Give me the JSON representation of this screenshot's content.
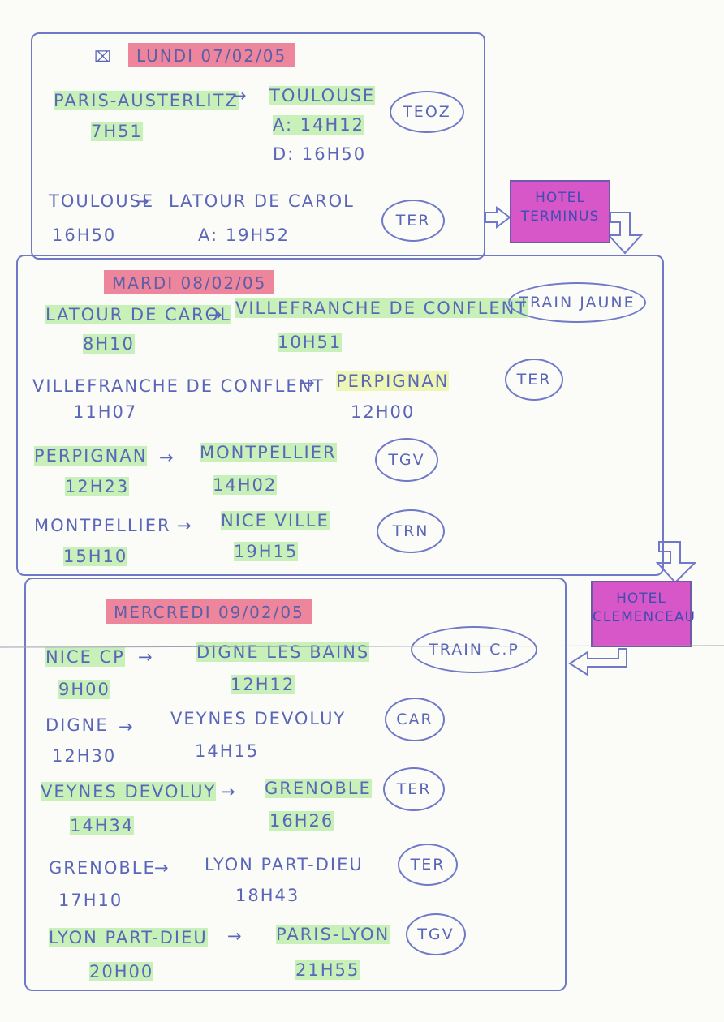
{
  "days": [
    {
      "date": "LUNDI 07/02/05",
      "legs": [
        {
          "from": "PARIS-AUSTERLITZ",
          "arrow": "→",
          "to": "TOULOUSE",
          "dep": "7H51",
          "arr": "A: 14H12",
          "extra": "D: 16H50",
          "train": "TEOZ"
        },
        {
          "from": "TOULOUSE",
          "arrow": "→",
          "to": "LATOUR DE CAROL",
          "dep": "16H50",
          "arr": "A: 19H52",
          "train": "TER"
        }
      ]
    },
    {
      "date": "MARDI 08/02/05",
      "legs": [
        {
          "from": "LATOUR DE CAROL",
          "arrow": "→",
          "to": "VILLEFRANCHE DE CONFLENT",
          "dep": "8H10",
          "arr": "10H51",
          "train": "TRAIN JAUNE"
        },
        {
          "from": "VILLEFRANCHE DE CONFLENT",
          "arrow": "→",
          "to": "PERPIGNAN",
          "dep": "11H07",
          "arr": "12H00",
          "train": "TER"
        },
        {
          "from": "PERPIGNAN",
          "arrow": "→",
          "to": "MONTPELLIER",
          "dep": "12H23",
          "arr": "14H02",
          "train": "TGV"
        },
        {
          "from": "MONTPELLIER",
          "arrow": "→",
          "to": "NICE VILLE",
          "dep": "15H10",
          "arr": "19H15",
          "train": "TRN"
        }
      ]
    },
    {
      "date": "MERCREDI 09/02/05",
      "legs": [
        {
          "from": "NICE CP",
          "arrow": "→",
          "to": "DIGNE LES BAINS",
          "dep": "9H00",
          "arr": "12H12",
          "train": "TRAIN C.P"
        },
        {
          "from": "DIGNE",
          "arrow": "→",
          "to": "VEYNES DEVOLUY",
          "dep": "12H30",
          "arr": "14H15",
          "train": "CAR"
        },
        {
          "from": "VEYNES DEVOLUY",
          "arrow": "→",
          "to": "GRENOBLE",
          "dep": "14H34",
          "arr": "16H26",
          "train": "TER"
        },
        {
          "from": "GRENOBLE",
          "arrow": "→",
          "to": "LYON PART-DIEU",
          "dep": "17H10",
          "arr": "18H43",
          "train": "TER"
        },
        {
          "from": "LYON PART-DIEU",
          "arrow": "→",
          "to": "PARIS-LYON",
          "dep": "20H00",
          "arr": "21H55",
          "train": "TGV"
        }
      ]
    }
  ],
  "hotels": [
    {
      "line1": "HOTEL",
      "line2": "TERMINUS"
    },
    {
      "line1": "HOTEL",
      "line2": "CLEMENCEAU"
    }
  ],
  "colors": {
    "ink": "#5b66b8",
    "day_highlight": "#e85878",
    "route_highlight": "#beeeaf",
    "hotel_fill": "#d857c8"
  },
  "icons": {
    "crossed_mark": "crossed-out-mark-icon"
  }
}
